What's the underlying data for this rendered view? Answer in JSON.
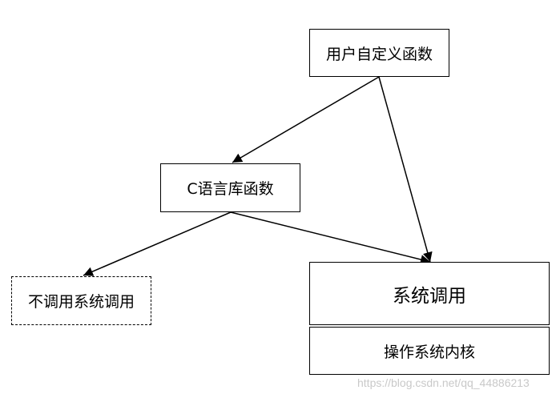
{
  "nodes": {
    "user_func": "用户自定义函数",
    "c_lib": "C语言库函数",
    "no_syscall": "不调用系统调用",
    "syscall": "系统调用",
    "kernel": "操作系统内核"
  },
  "watermark": "https://blog.csdn.net/qq_44886213"
}
